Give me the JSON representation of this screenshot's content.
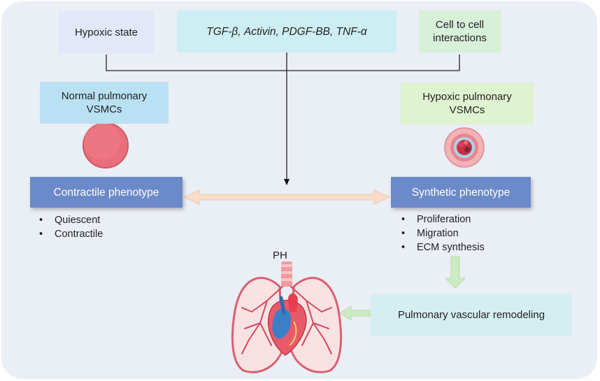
{
  "top_inputs": {
    "hypoxic_state": "Hypoxic state",
    "growth_factors": "TGF-β, Activin, PDGF-BB, TNF-α",
    "cell_interactions": "Cell to cell interactions"
  },
  "left": {
    "cell_label": "Normal pulmonary VSMCs",
    "phenotype": "Contractile phenotype",
    "features": [
      "Quiescent",
      "Contractile"
    ]
  },
  "right": {
    "cell_label": "Hypoxic pulmonary VSMCs",
    "phenotype": "Synthetic phenotype",
    "features": [
      "Proliferation",
      "Migration",
      "ECM synthesis"
    ]
  },
  "outcome": {
    "remodeling": "Pulmonary vascular remodeling",
    "disease": "PH"
  },
  "colors": {
    "background_panel": "#eaeef5",
    "hypoxic_state_box": "#e3e8f8",
    "growth_factors_box": "#cdeef2",
    "cell_interactions_box": "#d7f0d8",
    "normal_label_box": "#b9e0f3",
    "hypoxic_label_box": "#def3cf",
    "phenotype_box": "#6c8ac9",
    "remodeling_box": "#d5eef2",
    "double_arrow": "#f9ddc8",
    "green_arrow": "#cdebc2"
  }
}
